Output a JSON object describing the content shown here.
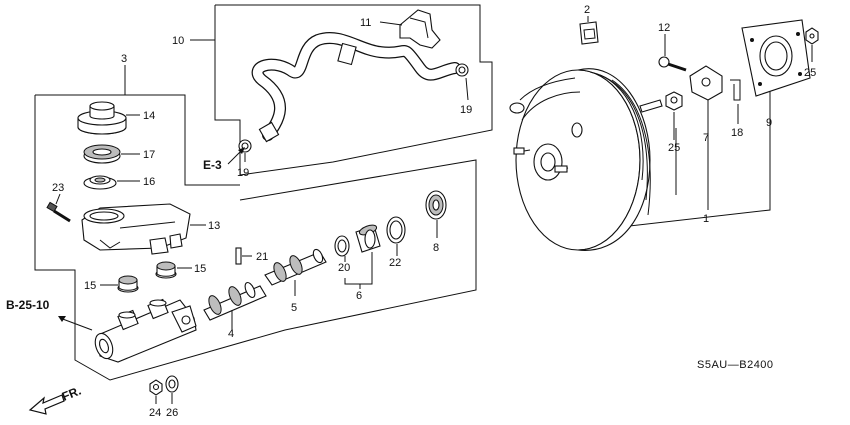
{
  "diagram_code": "S5AU—B2400",
  "ref_e3": "E-3",
  "ref_b2510": "B-25-10",
  "front_label": "FR.",
  "callouts": {
    "c1": "1",
    "c2": "2",
    "c3": "3",
    "c4": "4",
    "c5": "5",
    "c6": "6",
    "c7": "7",
    "c8": "8",
    "c9": "9",
    "c10": "10",
    "c11": "11",
    "c12": "12",
    "c13": "13",
    "c14": "14",
    "c15a": "15",
    "c15b": "15",
    "c16": "16",
    "c17": "17",
    "c18": "18",
    "c19a": "19",
    "c19b": "19",
    "c20": "20",
    "c21": "21",
    "c22": "22",
    "c23": "23",
    "c24": "24",
    "c25a": "25",
    "c25b": "25",
    "c26": "26"
  }
}
